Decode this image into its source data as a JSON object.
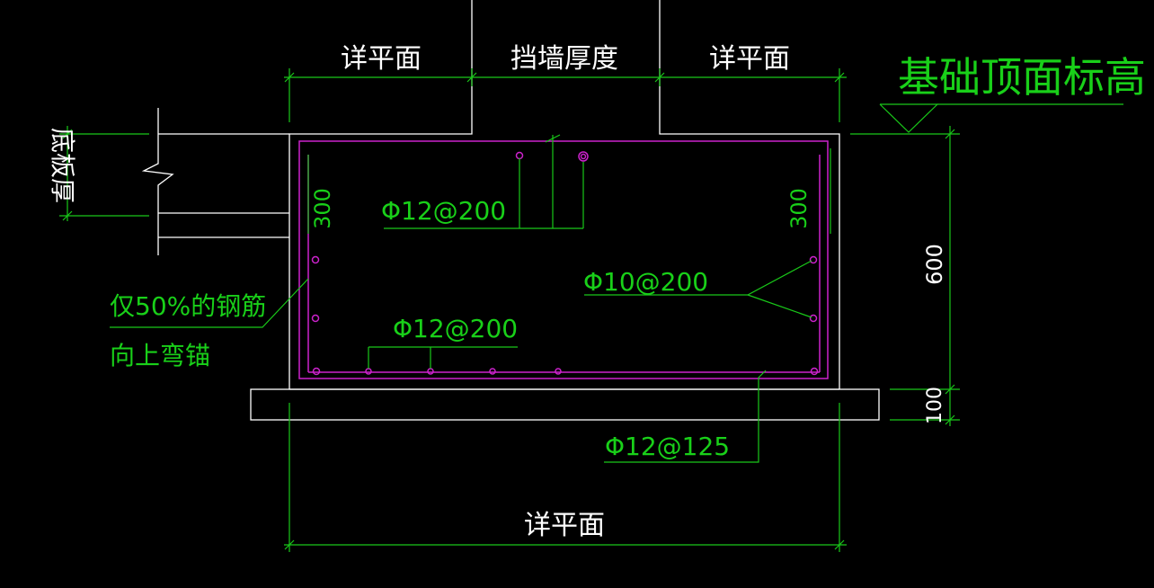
{
  "labels": {
    "plan_left": "详平面",
    "wall_thickness": "挡墙厚度",
    "plan_right": "详平面",
    "foundation_top_elevation": "基础顶面标高",
    "slab_thickness": "底板厚",
    "dim_300_left": "300",
    "dim_300_right": "300",
    "dim_600": "600",
    "dim_100": "100",
    "rebar_top": "Φ12@200",
    "rebar_side": "Φ10@200",
    "rebar_bottom_inner": "Φ12@200",
    "rebar_bottom": "Φ12@125",
    "note_line1": "仅50%的钢筋",
    "note_line2": "向上弯锚",
    "plan_bottom": "详平面"
  },
  "colors": {
    "background": "#000000",
    "outline": "#ffffff",
    "annotation": "#19c819",
    "rebar": "#cc22cc"
  }
}
